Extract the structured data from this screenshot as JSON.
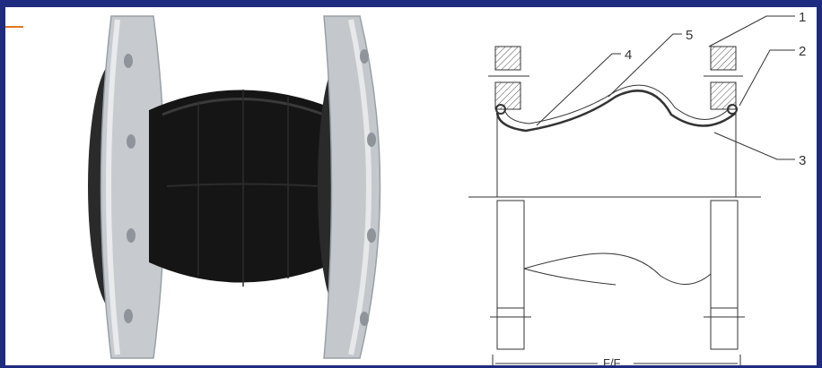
{
  "photo": {
    "subject": "rubber-expansion-joint-photo",
    "colors": {
      "flange": "#c9ccd1",
      "rubber": "#151515",
      "frame": "#1f2b80",
      "accent": "#e0781e"
    }
  },
  "drawing": {
    "callouts": [
      "1",
      "2",
      "3",
      "4",
      "5"
    ],
    "dimension_label": "F/F"
  }
}
